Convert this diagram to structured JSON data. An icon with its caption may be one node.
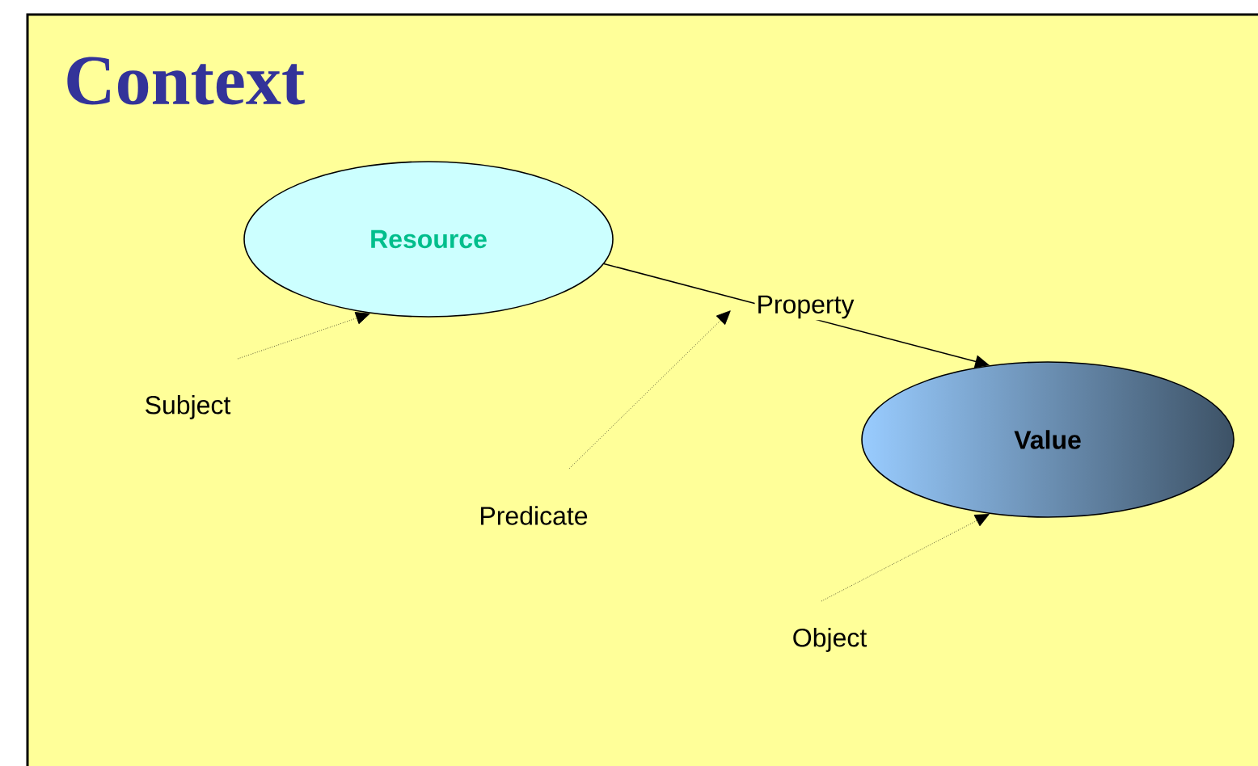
{
  "diagram": {
    "title": "Context",
    "nodes": [
      {
        "text": [
          "Resource"
        ]
      },
      {
        "text": [
          "Value"
        ]
      },
      {
        "text": [
          "Subject"
        ]
      },
      {
        "text": [
          "Predicate"
        ]
      },
      {
        "text": [
          "Object"
        ]
      }
    ],
    "edges": [
      {
        "from": 0,
        "to": 1,
        "arrow": "to",
        "label": "Property"
      },
      {
        "from": 2,
        "to": 0,
        "arrow": "to",
        "style": "dashed"
      },
      {
        "from": 3,
        "to": null,
        "arrow": "to",
        "style": "dashed"
      },
      {
        "from": 4,
        "to": 1,
        "arrow": "to",
        "style": "dashed"
      }
    ]
  }
}
